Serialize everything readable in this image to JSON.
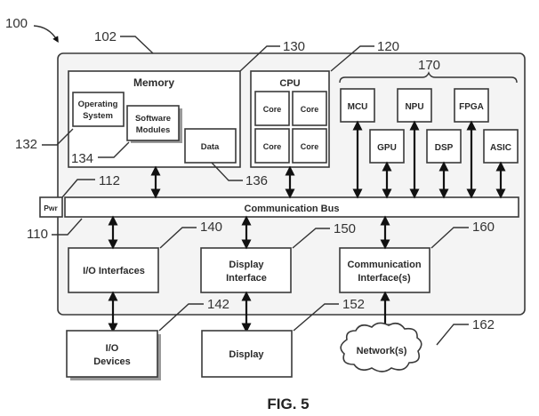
{
  "figure": {
    "caption": "FIG. 5",
    "system_ref": "100",
    "device_ref": "102"
  },
  "memory": {
    "title": "Memory",
    "ref": "130",
    "os": {
      "line1": "Operating",
      "line2": "System",
      "ref": "132"
    },
    "software": {
      "line1": "Software",
      "line2": "Modules",
      "ref": "134"
    },
    "data": {
      "label": "Data",
      "ref": "136"
    }
  },
  "cpu": {
    "title": "CPU",
    "ref": "120",
    "cores": [
      "Core",
      "Core",
      "Core",
      "Core"
    ]
  },
  "accelerators": {
    "ref": "170",
    "items": [
      "MCU",
      "GPU",
      "NPU",
      "DSP",
      "FPGA",
      "ASIC"
    ]
  },
  "bus": {
    "label": "Communication Bus",
    "ref": "110"
  },
  "power": {
    "label": "Pwr",
    "ref": "112"
  },
  "io_interfaces": {
    "label": "I/O Interfaces",
    "ref": "140"
  },
  "display_interface": {
    "line1": "Display",
    "line2": "Interface",
    "ref": "150"
  },
  "comm_interface": {
    "line1": "Communication",
    "line2": "Interface(s)",
    "ref": "160"
  },
  "io_devices": {
    "line1": "I/O",
    "line2": "Devices",
    "ref": "142"
  },
  "display": {
    "label": "Display",
    "ref": "152"
  },
  "network": {
    "label": "Network(s)",
    "ref": "162"
  }
}
